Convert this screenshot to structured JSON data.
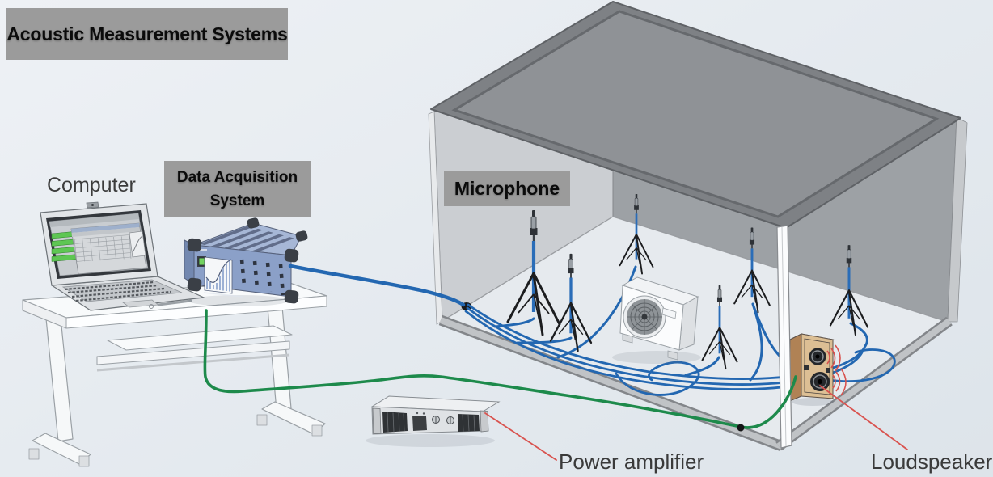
{
  "title": "Acoustic Measurement Systems",
  "labels": {
    "computer": "Computer",
    "daq_line1": "Data Acquisition",
    "daq_line2": "System",
    "microphone": "Microphone",
    "power_amplifier": "Power amplifier",
    "loudspeaker": "Loudspeaker"
  },
  "colors": {
    "label_box_bg": "#9b9b9b",
    "mic_cable_blue": "#2367b1",
    "speaker_cable_green": "#1d8a4b",
    "callout_red": "#d9534f",
    "room_left_wall": "#cbced2",
    "room_right_wall": "#9da1a5",
    "room_ceiling": "#8b8e92",
    "daq_front_panel": "#8ba0c8",
    "loudspeaker_front": "#dcbf94"
  },
  "counts": {
    "microphone_tripods": 6
  }
}
